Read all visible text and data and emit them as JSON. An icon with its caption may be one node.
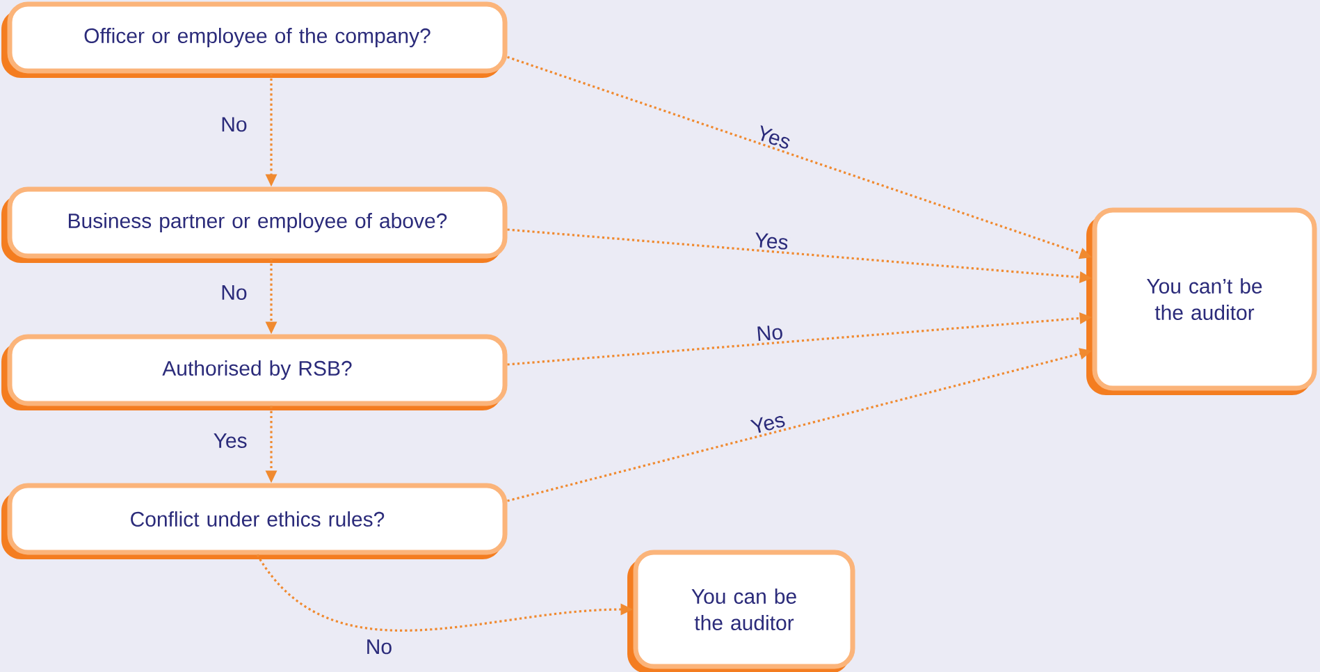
{
  "diagram": {
    "nodes": [
      {
        "text": [
          "Officer or employee of the company?"
        ]
      },
      {
        "text": [
          "Business partner or employee of above?"
        ]
      },
      {
        "text": [
          "Authorised by RSB?"
        ]
      },
      {
        "text": [
          "Conflict under ethics rules?"
        ]
      },
      {
        "text": [
          "You can’t be the auditor"
        ]
      },
      {
        "text": [
          "You can be the auditor"
        ]
      }
    ],
    "edges": [
      {
        "from": 0,
        "to": 1,
        "arrow": "to",
        "label": "No"
      },
      {
        "from": 1,
        "to": 2,
        "arrow": "to",
        "label": "No"
      },
      {
        "from": 2,
        "to": 3,
        "arrow": "to",
        "label": "Yes"
      },
      {
        "from": 0,
        "to": 4,
        "arrow": "to",
        "label": "Yes"
      },
      {
        "from": 1,
        "to": 4,
        "arrow": "to",
        "label": "Yes"
      },
      {
        "from": 2,
        "to": 4,
        "arrow": "to",
        "label": "No"
      },
      {
        "from": 3,
        "to": 4,
        "arrow": "to",
        "label": "Yes"
      },
      {
        "from": 3,
        "to": 5,
        "arrow": "to",
        "label": "No"
      }
    ]
  }
}
